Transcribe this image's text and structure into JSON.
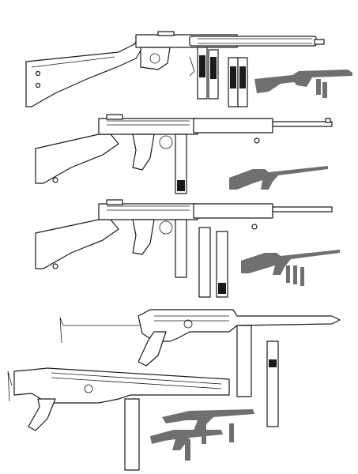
{
  "colors": {
    "background": "#ffffff",
    "outline": "#1a1a1a",
    "silhouette": "#6f6f6f"
  },
  "figures": [
    {
      "id": "gun-1-outline",
      "kind": "drum-stock smg outline with curved box magazines"
    },
    {
      "id": "gun-1-silhouette",
      "kind": "silhouette"
    },
    {
      "id": "gun-2-outline",
      "kind": "stick-mag smg outline"
    },
    {
      "id": "gun-2-silhouette",
      "kind": "silhouette"
    },
    {
      "id": "gun-3-outline",
      "kind": "stick-mag smg outline with spare magazines"
    },
    {
      "id": "gun-3-silhouette",
      "kind": "silhouette"
    },
    {
      "id": "gun-4-outline",
      "kind": "folding-stock smg outline"
    },
    {
      "id": "gun-5-outline",
      "kind": "folding-stock smg outline"
    },
    {
      "id": "gun-5-silhouettes",
      "kind": "silhouette pair"
    }
  ]
}
